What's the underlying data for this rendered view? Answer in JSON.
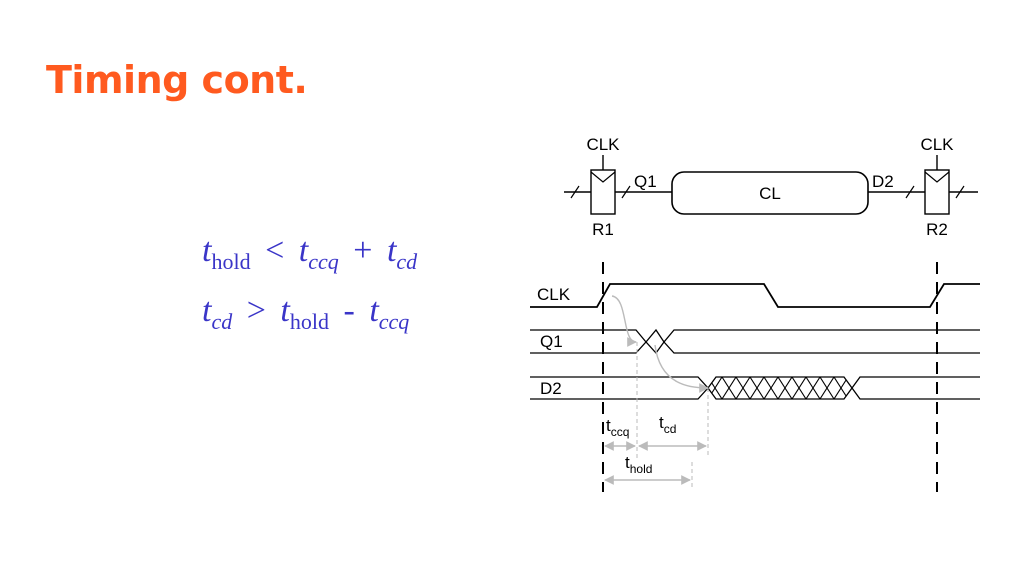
{
  "title": "Timing cont.",
  "equations": {
    "eq1": {
      "lhs_var": "t",
      "lhs_sub": "hold",
      "op1": "<",
      "t1_var": "t",
      "t1_sub": "ccq",
      "op2": "+",
      "t2_var": "t",
      "t2_sub": "cd"
    },
    "eq2": {
      "lhs_var": "t",
      "lhs_sub": "cd",
      "op1": ">",
      "t1_var": "t",
      "t1_sub": "hold",
      "op2": "-",
      "t2_var": "t",
      "t2_sub": "ccq"
    }
  },
  "diagram": {
    "clk_top_left": "CLK",
    "clk_top_right": "CLK",
    "q1_label": "Q1",
    "d2_label": "D2",
    "cl_label": "CL",
    "r1_label": "R1",
    "r2_label": "R2",
    "waveforms": {
      "clk": "CLK",
      "q1": "Q1",
      "d2": "D2"
    },
    "timing": {
      "t_ccq": "t",
      "t_ccq_sub": "ccq",
      "t_cd": "t",
      "t_cd_sub": "cd",
      "t_hold": "t",
      "t_hold_sub": "hold"
    }
  },
  "colors": {
    "title": "#ff5a1f",
    "equation": "#3a35c8",
    "arrow": "#bbbbbb"
  }
}
